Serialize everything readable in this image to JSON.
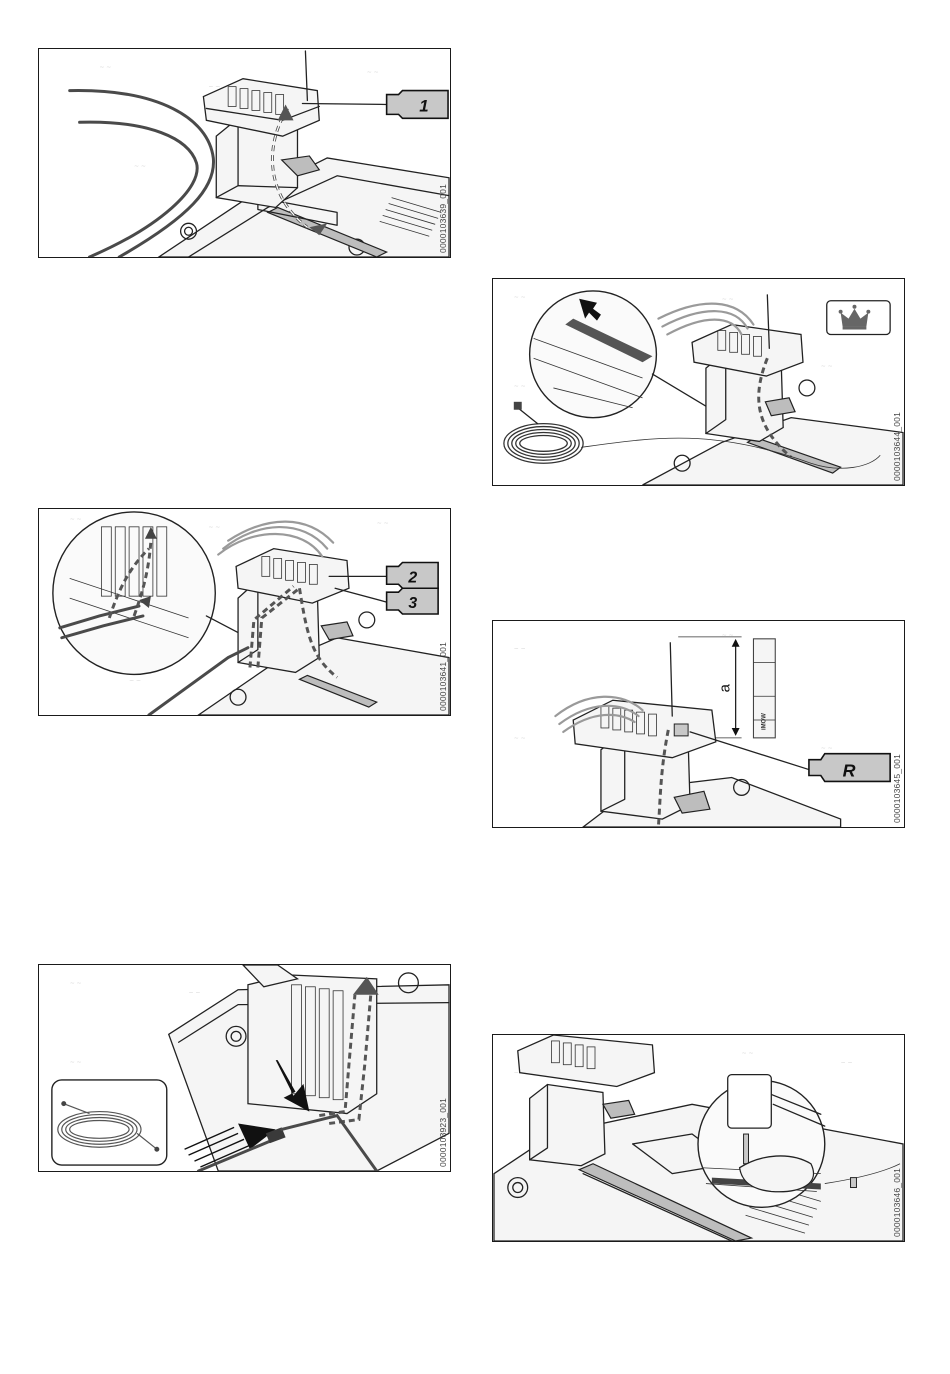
{
  "figures": [
    {
      "id": "fig1",
      "code": "0000103639_001",
      "labels": [
        "1"
      ]
    },
    {
      "id": "fig2",
      "code": "0000103641_001",
      "labels": [
        "2",
        "3"
      ]
    },
    {
      "id": "fig3",
      "code": "0000103923_001",
      "labels": []
    },
    {
      "id": "fig4",
      "code": "0000103644_001",
      "labels": []
    },
    {
      "id": "fig5",
      "code": "0000103645_001",
      "labels": [
        "R",
        "a"
      ],
      "gauge_text": "iMOW"
    },
    {
      "id": "fig6",
      "code": "0000103646_001",
      "labels": []
    }
  ],
  "icons": {
    "crown": "crown-icon"
  }
}
